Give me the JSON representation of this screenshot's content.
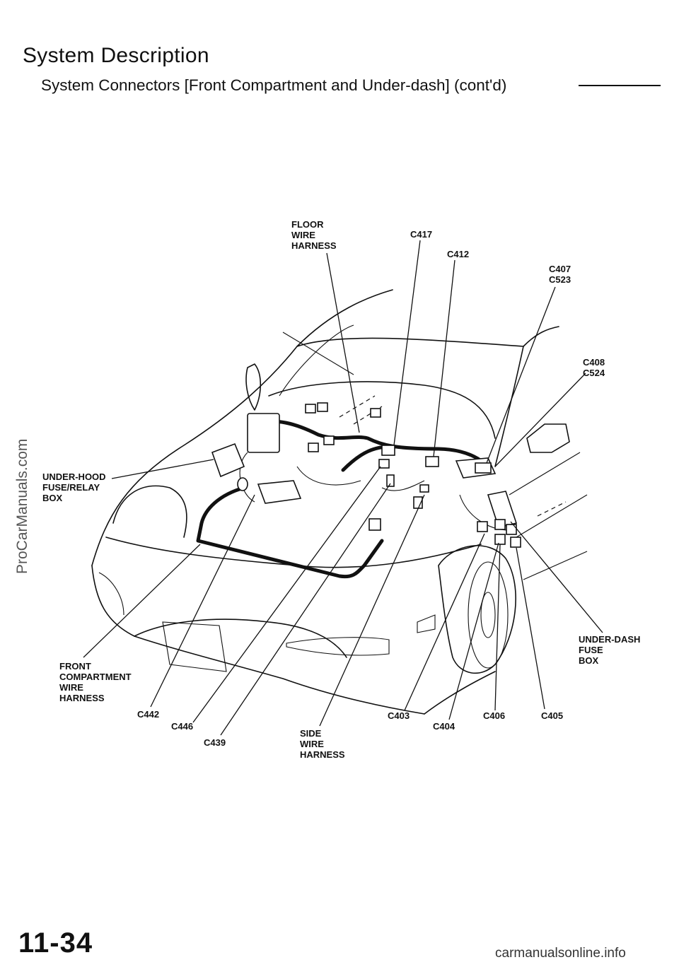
{
  "header": {
    "title": "System Description",
    "subtitle": "System Connectors [Front Compartment and Under-dash] (cont'd)"
  },
  "labels": {
    "floor_harness": "FLOOR\nWIRE\nHARNESS",
    "c417": "C417",
    "c412": "C412",
    "c407_c523": "C407\nC523",
    "c408_c524": "C408\nC524",
    "underhood_box": "UNDER-HOOD\nFUSE/RELAY\nBOX",
    "front_harness": "FRONT\nCOMPARTMENT\nWIRE\nHARNESS",
    "underdash_box": "UNDER-DASH\nFUSE\nBOX",
    "c442": "C442",
    "c446": "C446",
    "c439": "C439",
    "side_harness": "SIDE\nWIRE\nHARNESS",
    "c403": "C403",
    "c404": "C404",
    "c406": "C406",
    "c405": "C405"
  },
  "footer": {
    "page_number": "11-34",
    "site": "carmanualsonline.info",
    "watermark": "ProCarManuals.com"
  }
}
